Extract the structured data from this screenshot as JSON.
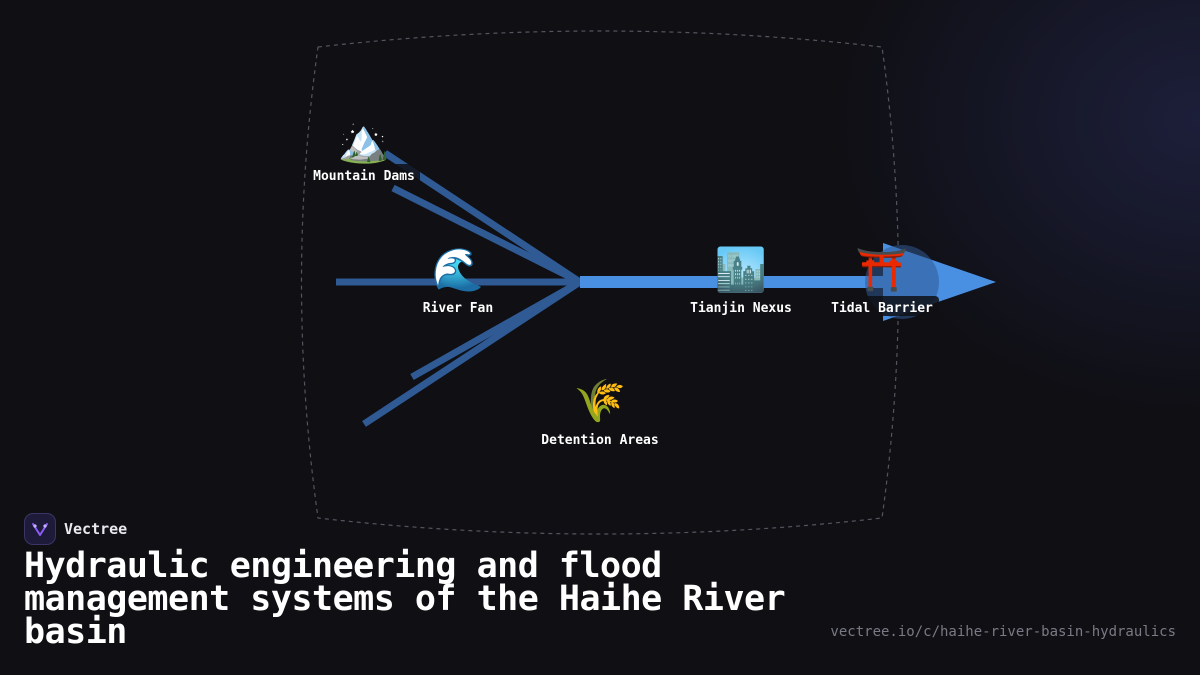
{
  "brand": {
    "name": "Vectree",
    "logo_icon": "vectree-logo-icon"
  },
  "title": "Hydraulic engineering and flood management systems of the Haihe River basin",
  "source_url": "vectree.io/c/haihe-river-basin-hydraulics",
  "colors": {
    "background": "#0f0f14",
    "trunk": "#4a90e2",
    "branch": "#2f5a94",
    "frame": "#55555f",
    "accent": "#8b5cf6"
  },
  "diagram": {
    "nodes": [
      {
        "id": "mountain",
        "icon": "mountain-icon",
        "emoji": "🏔️",
        "label": "Mountain Dams"
      },
      {
        "id": "river",
        "icon": "wave-icon",
        "emoji": "🌊",
        "label": "River Fan"
      },
      {
        "id": "detention",
        "icon": "rice-icon",
        "emoji": "🌾",
        "label": "Detention Areas"
      },
      {
        "id": "tianjin",
        "icon": "cityscape-icon",
        "emoji": "🏙️",
        "label": "Tianjin Nexus"
      },
      {
        "id": "tidal",
        "icon": "torii-gate-icon",
        "emoji": "⛩️",
        "label": "Tidal Barrier"
      }
    ]
  }
}
